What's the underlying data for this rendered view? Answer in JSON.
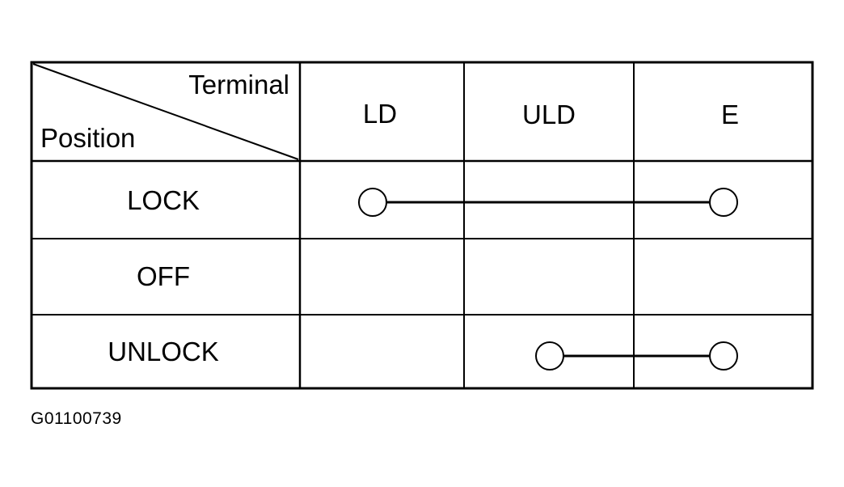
{
  "header": {
    "corner_top": "Terminal",
    "corner_bottom": "Position",
    "terminals": [
      "LD",
      "ULD",
      "E"
    ]
  },
  "rows": [
    {
      "label": "LOCK",
      "connected": [
        "LD",
        "E"
      ]
    },
    {
      "label": "OFF",
      "connected": []
    },
    {
      "label": "UNLOCK",
      "connected": [
        "ULD",
        "E"
      ]
    }
  ],
  "figure_code": "G01100739",
  "colors": {
    "line": "#000000",
    "background": "#ffffff"
  }
}
